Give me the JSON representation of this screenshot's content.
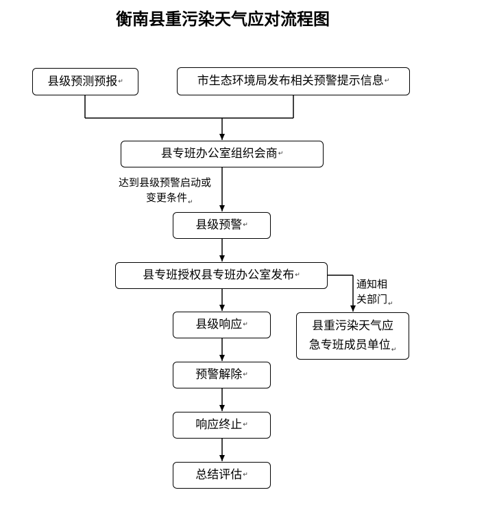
{
  "title": "衡南县重污染天气应对流程图",
  "nodes": {
    "county_forecast": "县级预测预报",
    "city_warning": "市生态环境局发布相关预警提示信息",
    "office_consult": "县专班办公室组织会商",
    "county_warning": "县级预警",
    "authorized_release": "县专班授权县专班办公室发布",
    "county_response": "县级响应",
    "warning_lift": "预警解除",
    "response_end": "响应终止",
    "summary_eval": "总结评估",
    "member_units_line1": "县重污染天气应",
    "member_units_line2": "急专班成员单位"
  },
  "edge_labels": {
    "condition_line1": "达到县级预警启动或",
    "condition_line2": "变更条件",
    "notify_line1": "通知相",
    "notify_line2": "关部门"
  },
  "paragraph_mark": "↵"
}
